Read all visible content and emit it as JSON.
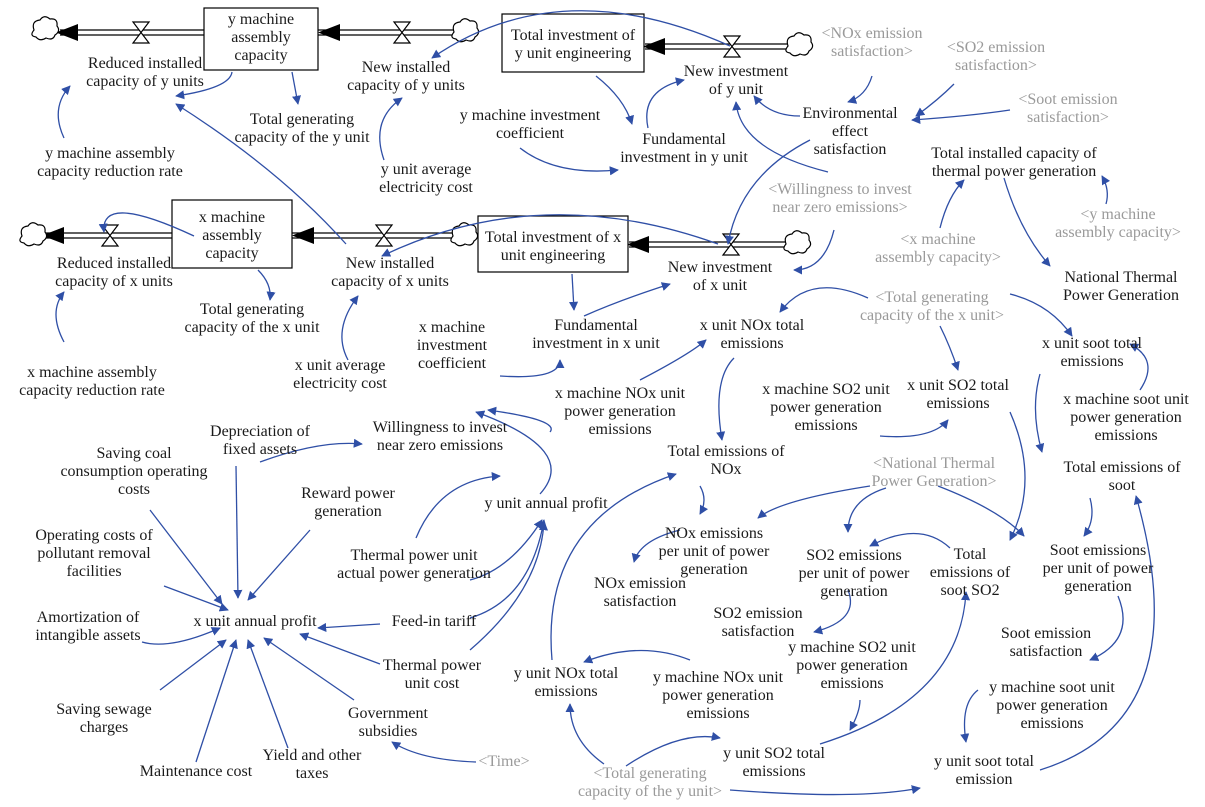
{
  "stocks": {
    "y_machine_capacity": "y machine\nassembly\ncapacity",
    "y_total_investment": "Total investment of\ny unit engineering",
    "x_machine_capacity": "x machine\nassembly\ncapacity",
    "x_total_investment": "Total investment of x\nunit engineering"
  },
  "variables": {
    "reduced_y": "Reduced installed\ncapacity of y units",
    "new_installed_y": "New installed\ncapacity of y units",
    "total_gen_y": "Total generating\ncapacity of the y unit",
    "y_reduction_rate": "y machine assembly\ncapacity reduction rate",
    "y_avg_cost": "y unit average\nelectricity cost",
    "y_invest_coef": "y machine investment\ncoefficient",
    "fund_invest_y": "Fundamental\ninvestment in y unit",
    "new_invest_y": "New investment\nof y unit",
    "env_effect": "Environmental\neffect\nsatisfaction",
    "total_installed_thermal": "Total installed capacity of\nthermal power generation",
    "national_thermal": "National Thermal\nPower Generation",
    "reduced_x": "Reduced installed\ncapacity of x units",
    "new_installed_x": "New installed\ncapacity of x units",
    "total_gen_x": "Total generating\ncapacity of the x unit",
    "x_reduction_rate": "x machine assembly\ncapacity reduction rate",
    "x_avg_cost": "x unit average\nelectricity cost",
    "x_invest_coef": "x machine\ninvestment\ncoefficient",
    "fund_invest_x": "Fundamental\ninvestment in x unit",
    "new_invest_x": "New investment\nof x unit",
    "x_nox_total": "x unit NOx total\nemissions",
    "x_so2_total": "x unit SO2 total\nemissions",
    "x_soot_total": "x unit soot total\nemissions",
    "x_nox_unit": "x machine NOx unit\npower generation\nemissions",
    "x_so2_unit": "x machine SO2 unit\npower generation\nemissions",
    "x_soot_unit": "x machine soot unit\npower generation\nemissions",
    "total_nox": "Total emissions of\nNOx",
    "total_soot": "Total emissions of\nsoot",
    "total_so2": "Total\nemissions of\nsoot SO2",
    "nox_per_unit": "NOx emissions\nper unit of power\ngeneration",
    "so2_per_unit": "SO2 emissions\nper unit of power\ngeneration",
    "soot_per_unit": "Soot emissions\nper unit of power\ngeneration",
    "nox_satisfaction": "NOx emission\nsatisfaction",
    "so2_satisfaction": "SO2 emission\nsatisfaction",
    "soot_satisfaction": "Soot emission\nsatisfaction",
    "willingness": "Willingness to invest\nnear zero emissions",
    "depreciation": "Depreciation of\nfixed assets",
    "saving_coal": "Saving coal\nconsumption operating\ncosts",
    "reward_power": "Reward power\ngeneration",
    "y_annual_profit": "y unit annual profit",
    "operating_costs": "Operating costs of\npollutant removal\nfacilities",
    "thermal_actual": "Thermal power unit\nactual power generation",
    "amortization": "Amortization of\nintangible assets",
    "x_annual_profit": "x unit annual profit",
    "feed_in_tariff": "Feed-in tariff",
    "thermal_cost": "Thermal power\nunit cost",
    "saving_sewage": "Saving sewage\ncharges",
    "gov_subsidies": "Government\nsubsidies",
    "maintenance": "Maintenance cost",
    "yield_taxes": "Yield and other\ntaxes",
    "y_nox_total": "y unit NOx total\nemissions",
    "y_nox_unit": "y machine NOx unit\npower generation\nemissions",
    "y_so2_unit": "y machine SO2 unit\npower generation\nemissions",
    "y_so2_total": "y unit SO2 total\nemissions",
    "y_soot_unit": "y machine soot unit\npower generation\nemissions",
    "y_soot_total": "y unit soot total\nemission"
  },
  "shadow_variables": {
    "sh_nox_sat": "<NOx emission\nsatisfaction>",
    "sh_so2_sat": "<SO2 emission\nsatisfaction>",
    "sh_soot_sat": "<Soot emission\nsatisfaction>",
    "sh_willingness": "<Willingness to invest\nnear zero emissions>",
    "sh_y_capacity": "<y machine\nassembly capacity>",
    "sh_x_capacity": "<x machine\nassembly capacity>",
    "sh_total_gen_x": "<Total generating\ncapacity of the x unit>",
    "sh_national": "<National Thermal\nPower Generation>",
    "sh_time": "<Time>",
    "sh_total_gen_y": "<Total generating\ncapacity of the y unit>"
  },
  "colors": {
    "link_arrow": "#2f4fa6",
    "shadow_text": "#9a9a9a",
    "text": "#1a1a1a"
  }
}
